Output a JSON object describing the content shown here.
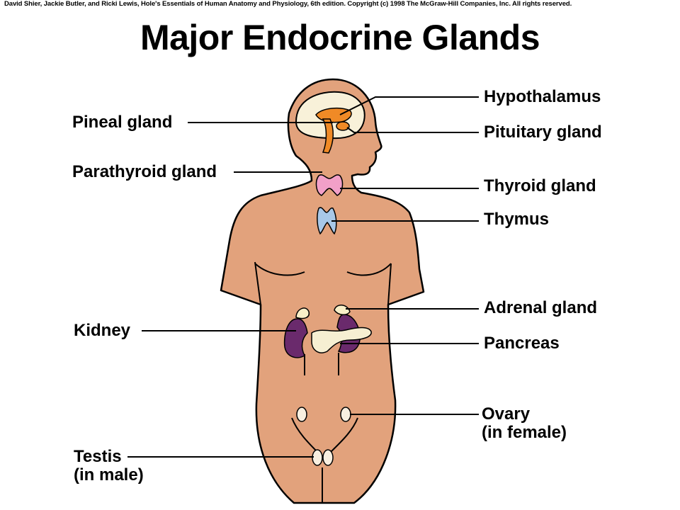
{
  "credit": "David Shier, Jackie Butler, and Ricki Lewis, Hole's Essentials of Human Anatomy and Physiology, 6th edition. Copyright (c) 1998 The McGraw-Hill Companies, Inc. All rights reserved.",
  "title": "Major Endocrine Glands",
  "labels": {
    "hypothalamus": "Hypothalamus",
    "pituitary": "Pituitary gland",
    "pineal": "Pineal gland",
    "parathyroid": "Parathyroid gland",
    "thyroid": "Thyroid gland",
    "thymus": "Thymus",
    "adrenal": "Adrenal gland",
    "pancreas": "Pancreas",
    "kidney": "Kidney",
    "ovary_1": "Ovary",
    "ovary_2": "(in female)",
    "testis_1": "Testis",
    "testis_2": "(in male)"
  },
  "colors": {
    "skin": "#e2a27c",
    "brain": "#f8f1d9",
    "hypothalamus_pituitary": "#f08a26",
    "thyroid": "#f2a0c8",
    "thymus": "#a8c8e8",
    "kidney": "#6a2a6c",
    "adrenal": "#f8efc8",
    "pancreas": "#f6efd2"
  }
}
